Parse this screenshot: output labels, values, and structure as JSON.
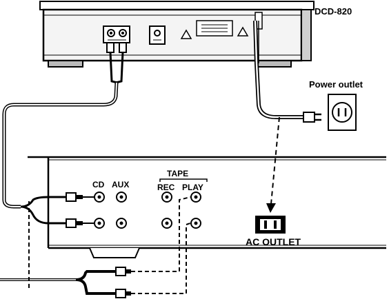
{
  "labels": {
    "model": "DCD-820",
    "power_outlet": "Power outlet",
    "tape": "TAPE",
    "rec": "REC",
    "play": "PLAY",
    "cd": "CD",
    "aux": "AUX",
    "ac_outlet": "AC OUTLET"
  },
  "colors": {
    "ink": "#000000",
    "paper": "#ffffff",
    "panel": "#e8e8e8"
  }
}
